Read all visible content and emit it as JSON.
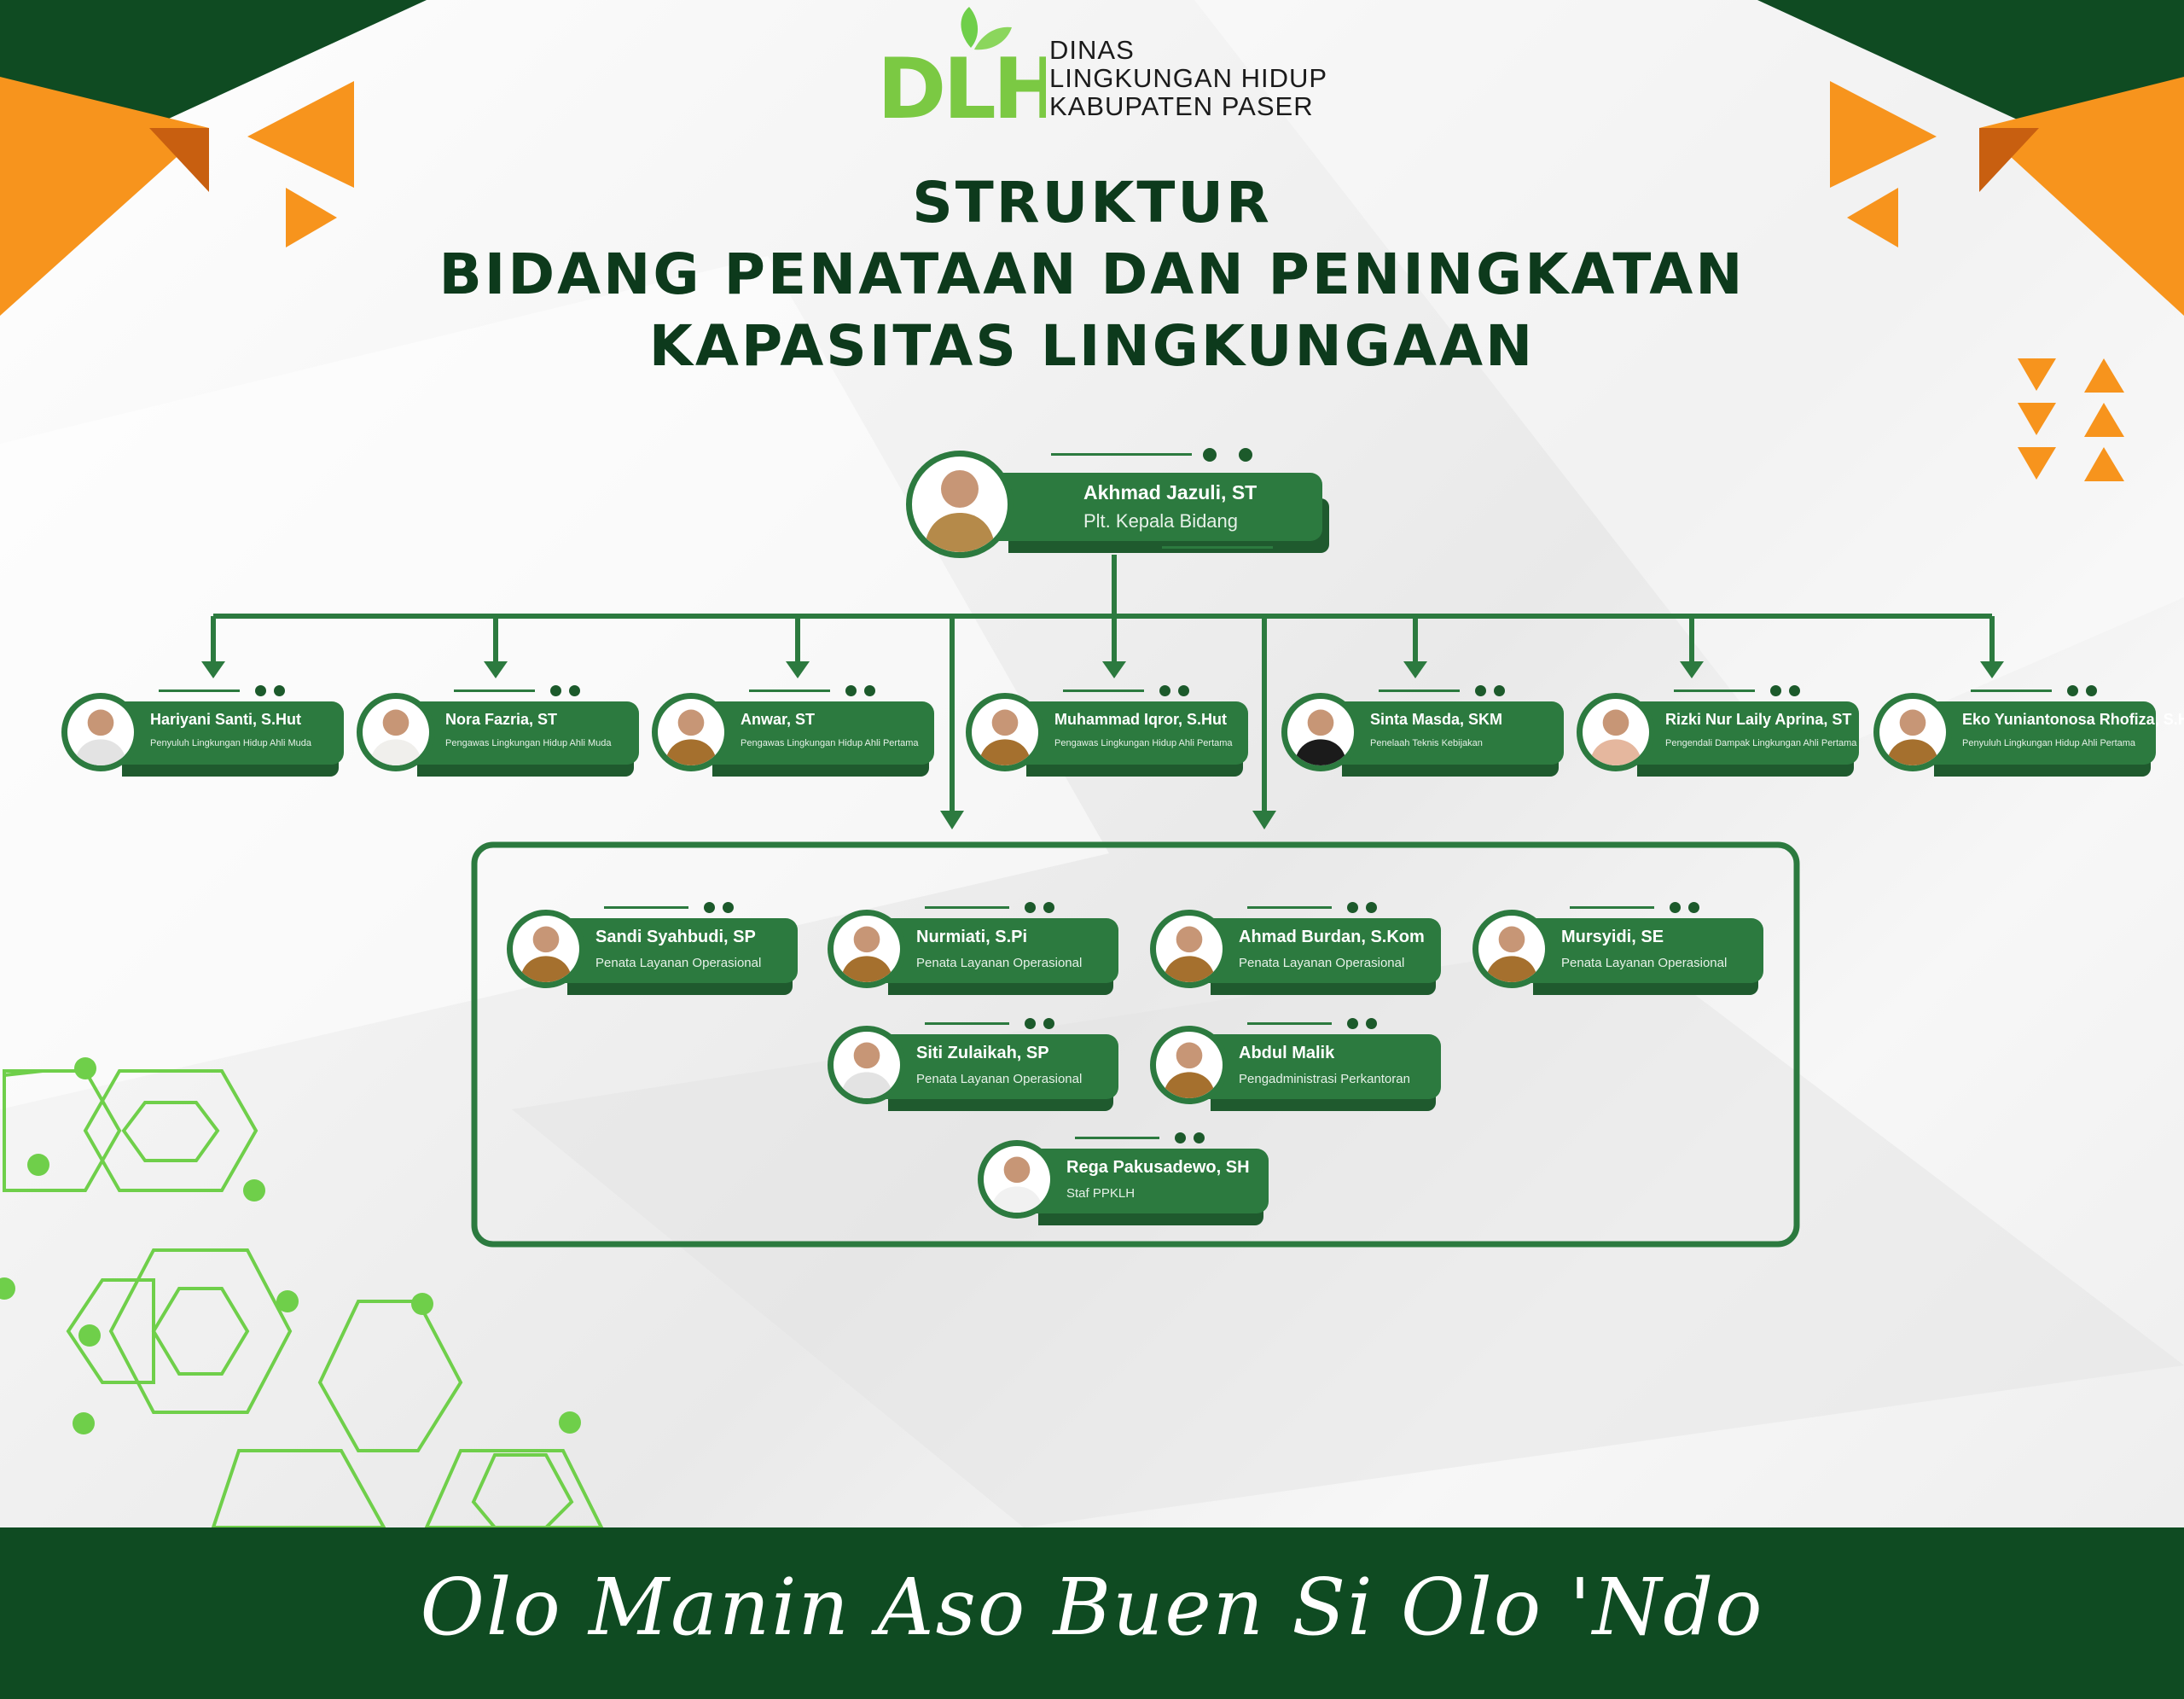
{
  "logo": {
    "mark_text": "DLH",
    "line1": "DINAS",
    "line2": "LINGKUNGAN HIDUP",
    "line3": "KABUPATEN PASER"
  },
  "title": {
    "line1": "STRUKTUR",
    "line2": "BIDANG PENATAAN DAN PENINGKATAN",
    "line3": "KAPASITAS LINGKUNGAAN"
  },
  "head": {
    "name": "Akhmad Jazuli, ST",
    "role": "Plt. Kepala Bidang"
  },
  "row1": [
    {
      "name": "Hariyani Santi, S.Hut",
      "role": "Penyuluh Lingkungan Hidup Ahli Muda"
    },
    {
      "name": "Nora Fazria, ST",
      "role": "Pengawas Lingkungan Hidup Ahli Muda"
    },
    {
      "name": "Anwar, ST",
      "role": "Pengawas Lingkungan Hidup Ahli Pertama"
    },
    {
      "name": "Muhammad Iqror, S.Hut",
      "role": "Pengawas Lingkungan Hidup Ahli Pertama"
    },
    {
      "name": "Sinta Masda, SKM",
      "role": "Penelaah Teknis Kebijakan"
    },
    {
      "name": "Rizki Nur Laily Aprina, ST",
      "role": "Pengendali Dampak Lingkungan Ahli Pertama"
    },
    {
      "name": "Eko Yuniantonosa Rhofiza, S.Hut",
      "role": "Penyuluh Lingkungan Hidup Ahli Pertama"
    }
  ],
  "staff": [
    {
      "name": "Sandi Syahbudi, SP",
      "role": "Penata Layanan Operasional"
    },
    {
      "name": "Nurmiati, S.Pi",
      "role": "Penata Layanan Operasional"
    },
    {
      "name": "Ahmad Burdan, S.Kom",
      "role": "Penata Layanan Operasional"
    },
    {
      "name": "Mursyidi, SE",
      "role": "Penata Layanan Operasional"
    },
    {
      "name": "Siti Zulaikah, SP",
      "role": "Penata Layanan Operasional"
    },
    {
      "name": "Abdul Malik",
      "role": "Pengadministrasi Perkantoran"
    },
    {
      "name": "Rega Pakusadewo, SH",
      "role": "Staf PPKLH"
    }
  ],
  "slogan": "Olo Manin Aso Buen Si Olo 'Ndo",
  "colors": {
    "dark_green": "#0f4b22",
    "card_green": "#2c7a3f",
    "orange": "#f7941d",
    "light_green": "#6fcf4a",
    "title_green": "#0d3a1c"
  }
}
